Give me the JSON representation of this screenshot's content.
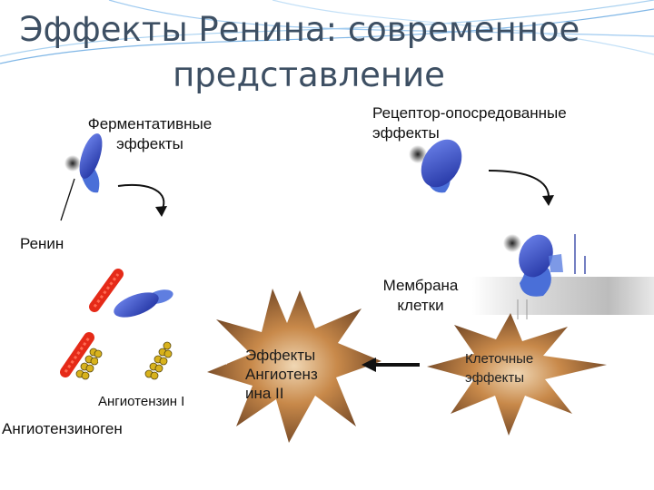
{
  "slide": {
    "title_line1": "Эффекты Ренина: современное",
    "title_line2": "представление",
    "enzymatic_label": "Ферментативные\nэффекты",
    "receptor_label": "Рецептор-опосредованные\nэффекты",
    "renin_label": "Ренин",
    "membrane_label": "Мембрана\nклетки",
    "angiotensin1_label": "Ангиотензин I",
    "angiotensinogen_label": "Ангиотензиноген",
    "ang2_effects_label": "Эффекты\nАнгиотенз\nина II",
    "cell_effects_label": "Клеточные\nэффекты"
  },
  "colors": {
    "title": "#3d4f63",
    "renin_blue": "#2c3fb0",
    "receptor_blue": "#4a6fd8",
    "chain_red": "#e52a18",
    "bead_gold": "#d8b21c",
    "burst_center": "#c8894a",
    "burst_edge": "#6e4424"
  }
}
